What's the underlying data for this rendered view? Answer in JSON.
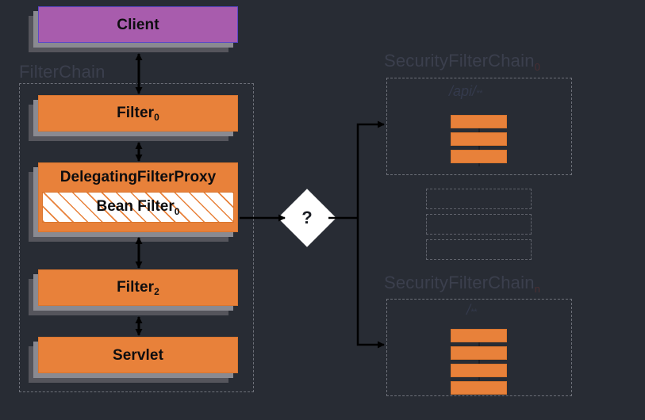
{
  "theme": {
    "background": "#282c34",
    "orange": "#e8813a",
    "purple": "#a85cad",
    "shadow_light": "#8a8a91",
    "shadow_dark": "#55555c",
    "caption_color": "#3b3f4d",
    "dash_color": "#6d7079",
    "wire_color": "#000000",
    "white": "#ffffff"
  },
  "diagram": {
    "title_groups": {
      "filter_chain": "FilterChain",
      "security_chain_first": "SecurityFilterChain",
      "security_chain_first_sub": "0",
      "security_chain_last": "SecurityFilterChain",
      "security_chain_last_sub": "n"
    },
    "left_nodes": [
      {
        "id": "client",
        "label": "Client",
        "sub": "",
        "style": "purple"
      },
      {
        "id": "filter0",
        "label": "Filter",
        "sub": "0",
        "style": "orange"
      },
      {
        "id": "filter2",
        "label": "Filter",
        "sub": "2",
        "style": "orange"
      },
      {
        "id": "servlet",
        "label": "Servlet",
        "sub": "",
        "style": "orange"
      }
    ],
    "delegating_proxy": {
      "header": "DelegatingFilterProxy",
      "bean_label": "Bean Filter",
      "bean_sub": "0"
    },
    "decision": {
      "label": "?"
    },
    "security_chains": [
      {
        "id": "chain-0",
        "path": "/api/",
        "path_stars": "**",
        "filter_count": 3
      },
      {
        "id": "chain-n",
        "path": "/",
        "path_stars": "**",
        "filter_count": 4
      }
    ],
    "ellipsis_slots": 3
  }
}
